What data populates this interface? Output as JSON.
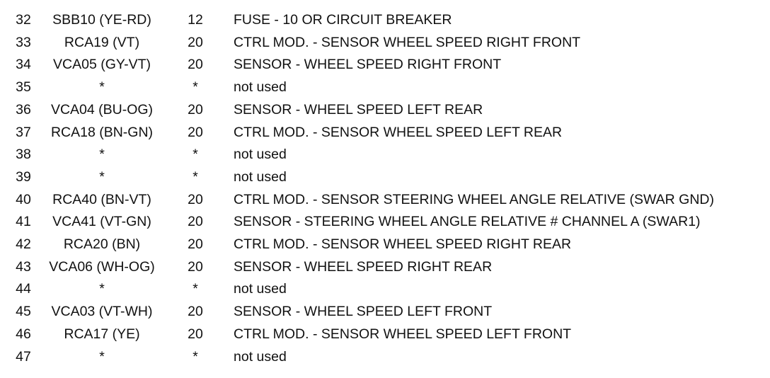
{
  "table": {
    "rows": [
      {
        "pin": "32",
        "circuit": "SBB10 (YE-RD)",
        "gauge": "12",
        "function": "FUSE - 10 OR CIRCUIT BREAKER"
      },
      {
        "pin": "33",
        "circuit": "RCA19 (VT)",
        "gauge": "20",
        "function": "CTRL MOD. - SENSOR WHEEL SPEED RIGHT FRONT"
      },
      {
        "pin": "34",
        "circuit": "VCA05 (GY-VT)",
        "gauge": "20",
        "function": "SENSOR - WHEEL SPEED RIGHT FRONT"
      },
      {
        "pin": "35",
        "circuit": "*",
        "gauge": "*",
        "function": "not used"
      },
      {
        "pin": "36",
        "circuit": "VCA04 (BU-OG)",
        "gauge": "20",
        "function": "SENSOR - WHEEL SPEED LEFT REAR"
      },
      {
        "pin": "37",
        "circuit": "RCA18 (BN-GN)",
        "gauge": "20",
        "function": "CTRL MOD. - SENSOR WHEEL SPEED LEFT REAR"
      },
      {
        "pin": "38",
        "circuit": "*",
        "gauge": "*",
        "function": "not used"
      },
      {
        "pin": "39",
        "circuit": "*",
        "gauge": "*",
        "function": "not used"
      },
      {
        "pin": "40",
        "circuit": "RCA40 (BN-VT)",
        "gauge": "20",
        "function": "CTRL MOD. - SENSOR STEERING WHEEL ANGLE RELATIVE (SWAR GND)"
      },
      {
        "pin": "41",
        "circuit": "VCA41 (VT-GN)",
        "gauge": "20",
        "function": "SENSOR - STEERING WHEEL ANGLE RELATIVE # CHANNEL A (SWAR1)"
      },
      {
        "pin": "42",
        "circuit": "RCA20 (BN)",
        "gauge": "20",
        "function": "CTRL MOD. - SENSOR WHEEL SPEED RIGHT REAR"
      },
      {
        "pin": "43",
        "circuit": "VCA06 (WH-OG)",
        "gauge": "20",
        "function": "SENSOR - WHEEL SPEED RIGHT REAR"
      },
      {
        "pin": "44",
        "circuit": "*",
        "gauge": "*",
        "function": "not used"
      },
      {
        "pin": "45",
        "circuit": "VCA03 (VT-WH)",
        "gauge": "20",
        "function": "SENSOR - WHEEL SPEED LEFT FRONT"
      },
      {
        "pin": "46",
        "circuit": "RCA17 (YE)",
        "gauge": "20",
        "function": "CTRL MOD. - SENSOR WHEEL SPEED LEFT FRONT"
      },
      {
        "pin": "47",
        "circuit": "*",
        "gauge": "*",
        "function": "not used"
      }
    ]
  }
}
